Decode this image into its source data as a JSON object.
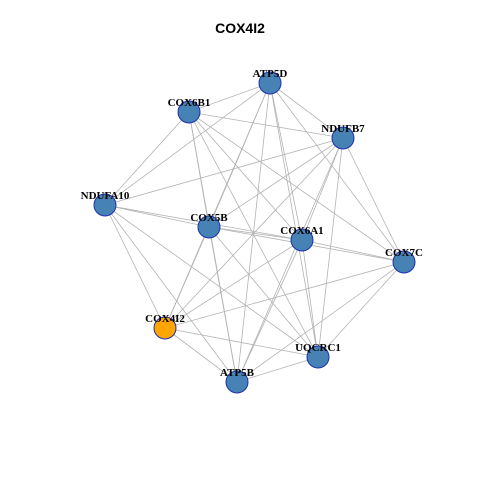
{
  "title": "COX4I2",
  "colors": {
    "node_default": "#4682b4",
    "node_highlight": "#ffa500",
    "node_border": "#1f2fb0",
    "edge": "#b3b3b3"
  },
  "nodes": [
    {
      "id": "ATP5D",
      "label": "ATP5D"
    },
    {
      "id": "COX6B1",
      "label": "COX6B1"
    },
    {
      "id": "NDUFB7",
      "label": "NDUFB7"
    },
    {
      "id": "NDUFA10",
      "label": "NDUFA10"
    },
    {
      "id": "COX5B",
      "label": "COX5B"
    },
    {
      "id": "COX6A1",
      "label": "COX6A1"
    },
    {
      "id": "COX7C",
      "label": "COX7C"
    },
    {
      "id": "COX4I2",
      "label": "COX4I2",
      "highlight": true
    },
    {
      "id": "UQCRC1",
      "label": "UQCRC1"
    },
    {
      "id": "ATP5B",
      "label": "ATP5B"
    }
  ],
  "edges": [
    [
      "ATP5D",
      "COX6B1"
    ],
    [
      "ATP5D",
      "NDUFB7"
    ],
    [
      "ATP5D",
      "NDUFA10"
    ],
    [
      "ATP5D",
      "COX5B"
    ],
    [
      "ATP5D",
      "COX6A1"
    ],
    [
      "ATP5D",
      "COX7C"
    ],
    [
      "ATP5D",
      "COX4I2"
    ],
    [
      "ATP5D",
      "UQCRC1"
    ],
    [
      "ATP5D",
      "ATP5B"
    ],
    [
      "COX6B1",
      "NDUFB7"
    ],
    [
      "COX6B1",
      "NDUFA10"
    ],
    [
      "COX6B1",
      "COX5B"
    ],
    [
      "COX6B1",
      "COX6A1"
    ],
    [
      "COX6B1",
      "COX7C"
    ],
    [
      "COX6B1",
      "ATP5B"
    ],
    [
      "COX6B1",
      "UQCRC1"
    ],
    [
      "NDUFB7",
      "NDUFA10"
    ],
    [
      "NDUFB7",
      "COX5B"
    ],
    [
      "NDUFB7",
      "COX6A1"
    ],
    [
      "NDUFB7",
      "COX7C"
    ],
    [
      "NDUFB7",
      "COX4I2"
    ],
    [
      "NDUFB7",
      "UQCRC1"
    ],
    [
      "NDUFB7",
      "ATP5B"
    ],
    [
      "NDUFA10",
      "COX5B"
    ],
    [
      "NDUFA10",
      "COX6A1"
    ],
    [
      "NDUFA10",
      "COX4I2"
    ],
    [
      "NDUFA10",
      "UQCRC1"
    ],
    [
      "NDUFA10",
      "ATP5B"
    ],
    [
      "COX5B",
      "COX6A1"
    ],
    [
      "COX5B",
      "COX7C"
    ],
    [
      "COX5B",
      "COX4I2"
    ],
    [
      "COX5B",
      "UQCRC1"
    ],
    [
      "COX5B",
      "ATP5B"
    ],
    [
      "COX6A1",
      "COX7C"
    ],
    [
      "COX6A1",
      "COX4I2"
    ],
    [
      "COX6A1",
      "UQCRC1"
    ],
    [
      "COX6A1",
      "ATP5B"
    ],
    [
      "COX7C",
      "COX4I2"
    ],
    [
      "COX7C",
      "UQCRC1"
    ],
    [
      "COX7C",
      "ATP5B"
    ],
    [
      "COX4I2",
      "UQCRC1"
    ],
    [
      "COX4I2",
      "ATP5B"
    ],
    [
      "UQCRC1",
      "ATP5B"
    ]
  ]
}
